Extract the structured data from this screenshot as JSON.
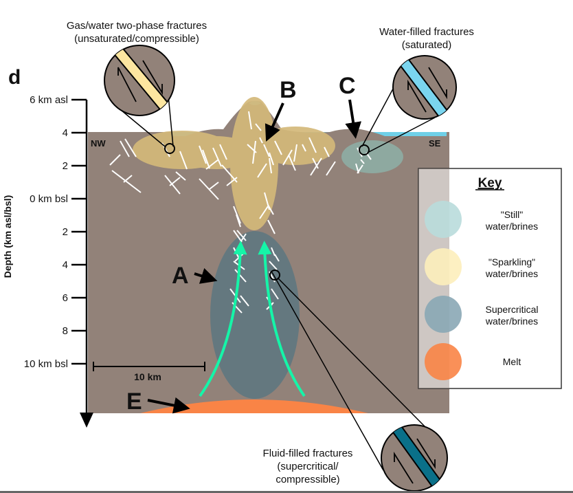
{
  "panel_label": "d",
  "axis": {
    "title": "Depth (km asl/bsl)",
    "ticks": [
      {
        "label": "6 km asl",
        "value": 6
      },
      {
        "label": "4",
        "value": 4
      },
      {
        "label": "2",
        "value": 2
      },
      {
        "label": "0 km bsl",
        "value": 0
      },
      {
        "label": "2",
        "value": -2
      },
      {
        "label": "4",
        "value": -4
      },
      {
        "label": "6",
        "value": -6
      },
      {
        "label": "8",
        "value": -8
      },
      {
        "label": "10 km bsl",
        "value": -10
      }
    ]
  },
  "orientation": {
    "left": "NW",
    "right": "SE"
  },
  "scale_bar": {
    "label": "10 km"
  },
  "letters": {
    "a": "A",
    "b": "B",
    "c": "C",
    "e": "E"
  },
  "callouts": {
    "gas_water": {
      "line1": "Gas/water two-phase fractures",
      "line2": "(unsaturated/compressible)"
    },
    "water_filled": {
      "line1": "Water-filled fractures",
      "line2": "(saturated)"
    },
    "fluid_filled": {
      "line1": "Fluid-filled fractures",
      "line2": "(supercritical/",
      "line3": "compressible)"
    }
  },
  "key": {
    "title": "Key",
    "items": [
      {
        "line1": "\"Still\"",
        "line2": "water/brines",
        "color": "#b9dcdc"
      },
      {
        "line1": "\"Sparkling\"",
        "line2": "water/brines",
        "color": "#fdeebb"
      },
      {
        "line1": "Supercritical",
        "line2": "water/brines",
        "color": "#8aa7b5"
      },
      {
        "line1": "Melt",
        "line2": "",
        "color": "#f98446"
      }
    ]
  },
  "colors": {
    "rock": "#928279",
    "sparkling": "#d4b97a",
    "still": "#8ea9a0",
    "supercritical": "#64787f",
    "melt": "#f98446",
    "flow": "#15f5a8",
    "surface_water": "#6fd0e8",
    "gas_fracture": "#fde6a0",
    "water_fracture": "#7ad5ef",
    "fluid_fracture": "#0a7089"
  }
}
